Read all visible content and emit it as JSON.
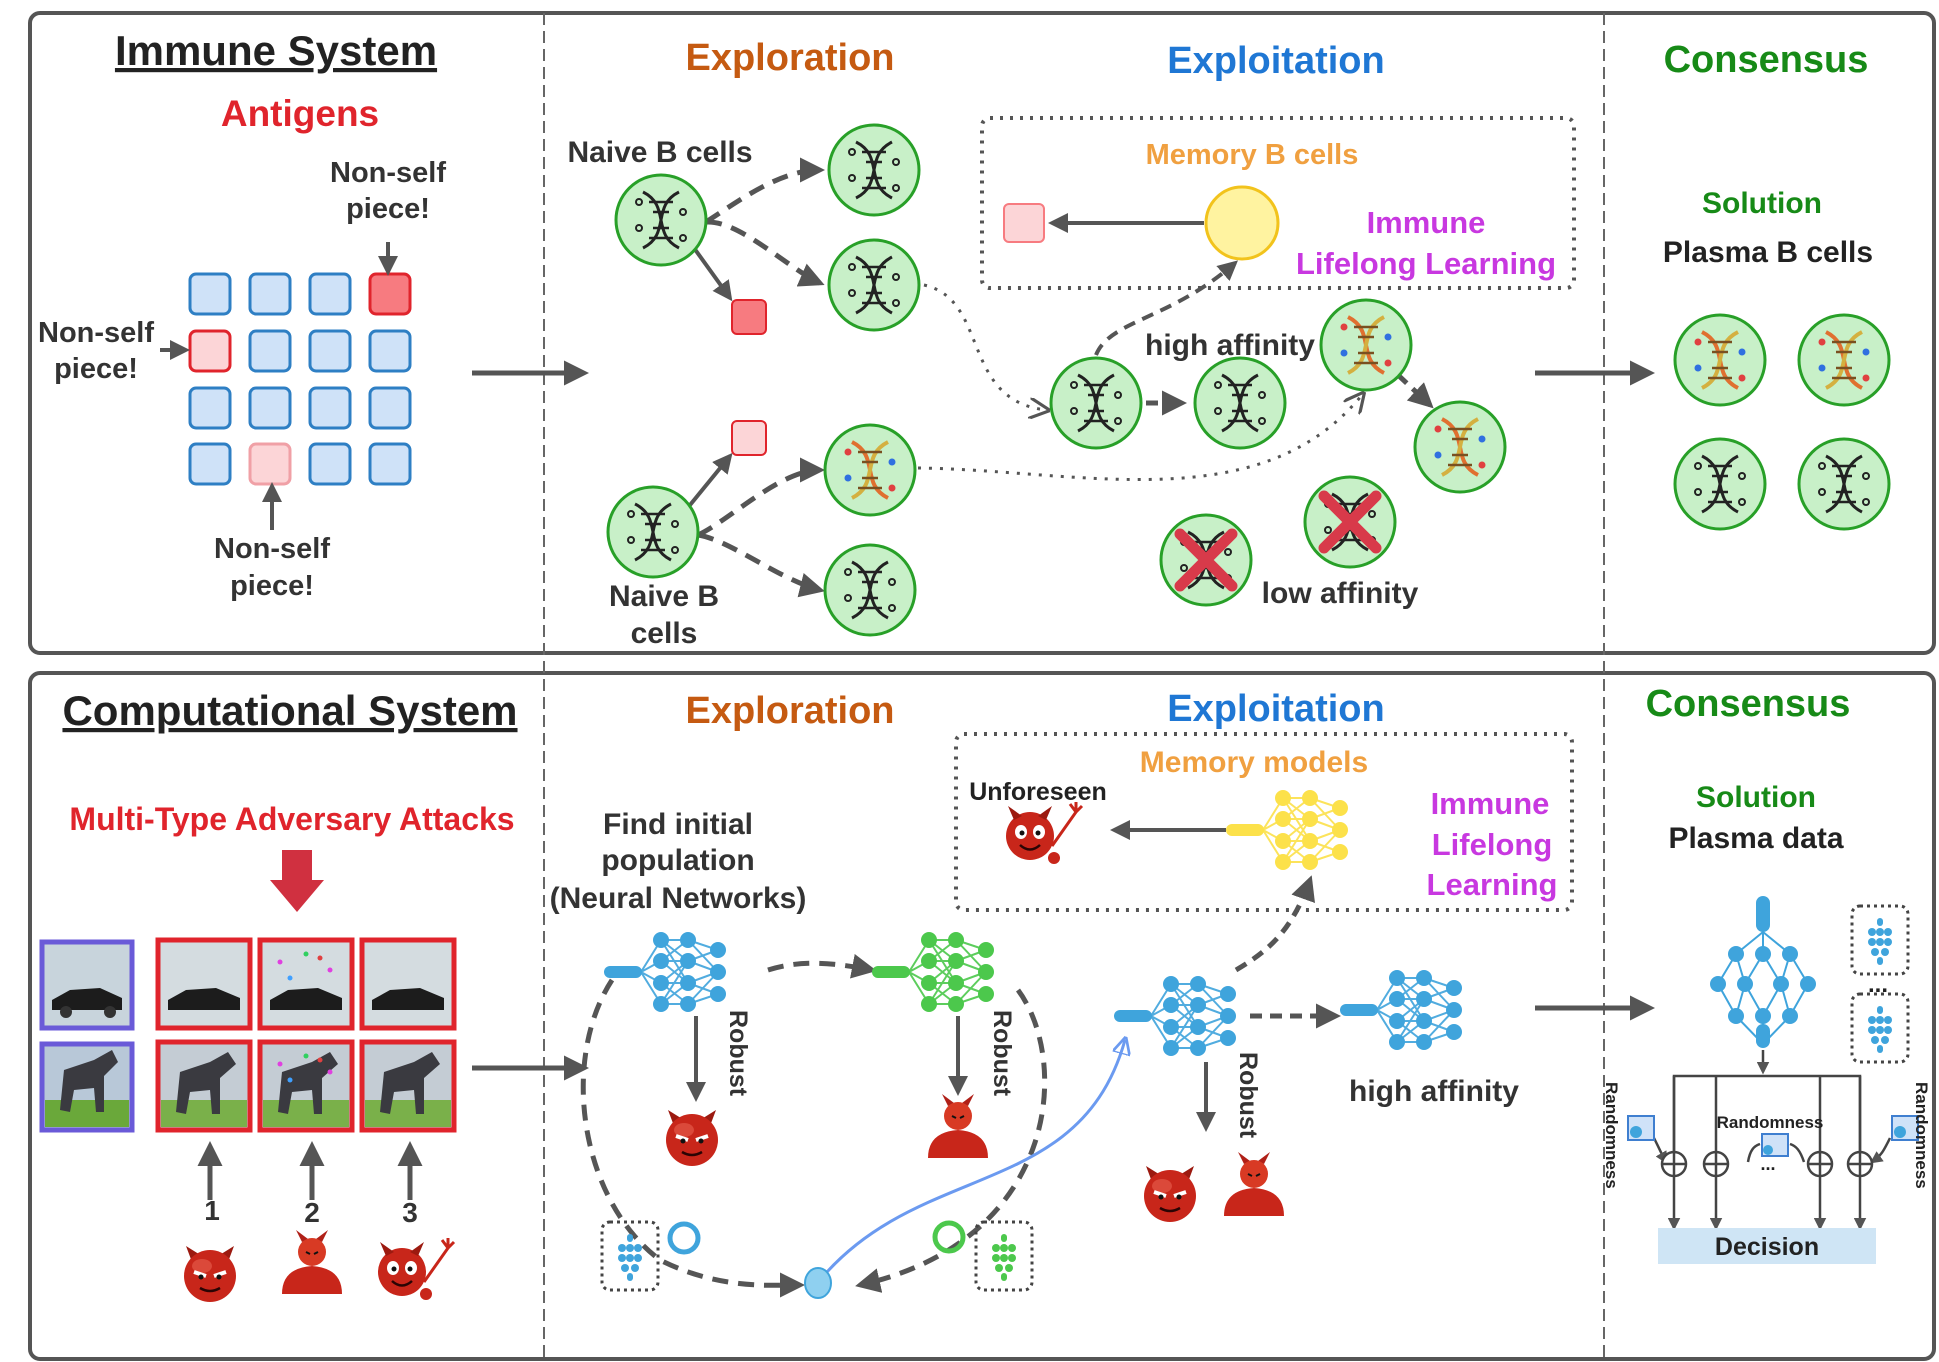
{
  "colors": {
    "exploration": "#c55a11",
    "exploitation": "#1f77d4",
    "consensus": "#178a17",
    "antigen_red": "#e0242c",
    "memory_orange": "#f0a040",
    "immune_purple": "#c838e0",
    "cell_fill": "#c8f0c8",
    "cell_stroke": "#28a028",
    "nn_blue": "#3fa4dc",
    "nn_green": "#4cc84c",
    "nn_yellow": "#fce14a",
    "square_blue": "#cfe2f8",
    "square_blue_edge": "#2e7fc4",
    "square_red": "#f77b80",
    "square_pink": "#fcd5d7",
    "decision_fill": "#cfe5f5"
  },
  "top": {
    "title": "Immune System",
    "antigens": "Antigens",
    "nonself_top_1": "Non-self",
    "nonself_top_2": "piece!",
    "nonself_left_1": "Non-self",
    "nonself_left_2": "piece!",
    "nonself_bottom_1": "Non-self",
    "nonself_bottom_2": "piece!",
    "exploration": "Exploration",
    "exploitation": "Exploitation",
    "consensus": "Consensus",
    "naive_top": "Naive B cells",
    "naive_bottom_1": "Naive B",
    "naive_bottom_2": "cells",
    "memory_b": "Memory B cells",
    "immune_1": "Immune",
    "immune_2": "Lifelong Learning",
    "high_affinity": "high affinity",
    "low_affinity": "low affinity",
    "solution": "Solution",
    "plasma": "Plasma B cells"
  },
  "bottom": {
    "title": "Computational System",
    "attacks": "Multi-Type Adversary Attacks",
    "attack_1": "1",
    "attack_2": "2",
    "attack_3": "3",
    "exploration": "Exploration",
    "exploitation": "Exploitation",
    "consensus": "Consensus",
    "find_1": "Find initial",
    "find_2": "population",
    "find_3": "(Neural Networks)",
    "memory_models": "Memory models",
    "unforeseen": "Unforeseen",
    "immune_1": "Immune",
    "immune_2": "Lifelong",
    "immune_3": "Learning",
    "robust_1": "Robust",
    "robust_2": "Robust",
    "robust_3": "Robust",
    "high_affinity": "high affinity",
    "solution": "Solution",
    "plasma": "Plasma data",
    "randomness_left": "Randomness",
    "randomness_mid": "Randomness",
    "randomness_right": "Randomness",
    "dots": "...",
    "decision": "Decision"
  }
}
